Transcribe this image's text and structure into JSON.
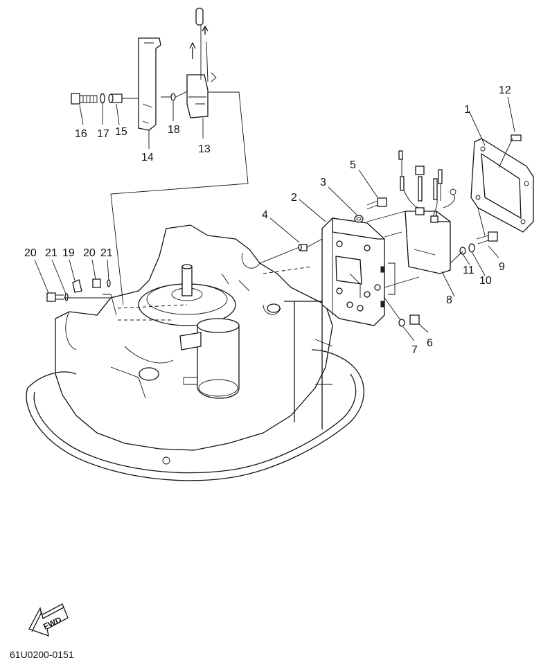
{
  "diagram": {
    "drawing_code": "61U0200-0151",
    "direction_badge": "FWD",
    "callouts": [
      {
        "id": "1",
        "text": "1"
      },
      {
        "id": "2",
        "text": "2"
      },
      {
        "id": "3",
        "text": "3"
      },
      {
        "id": "4",
        "text": "4"
      },
      {
        "id": "5",
        "text": "5"
      },
      {
        "id": "6",
        "text": "6"
      },
      {
        "id": "7",
        "text": "7"
      },
      {
        "id": "8",
        "text": "8"
      },
      {
        "id": "9",
        "text": "9"
      },
      {
        "id": "10",
        "text": "10"
      },
      {
        "id": "11",
        "text": "11"
      },
      {
        "id": "12",
        "text": "12"
      },
      {
        "id": "13",
        "text": "13"
      },
      {
        "id": "14",
        "text": "14"
      },
      {
        "id": "15",
        "text": "15"
      },
      {
        "id": "16",
        "text": "16"
      },
      {
        "id": "17",
        "text": "17"
      },
      {
        "id": "18",
        "text": "18"
      },
      {
        "id": "19",
        "text": "19"
      },
      {
        "id": "20a",
        "text": "20"
      },
      {
        "id": "20b",
        "text": "20"
      },
      {
        "id": "21a",
        "text": "21"
      },
      {
        "id": "21b",
        "text": "21"
      }
    ]
  }
}
